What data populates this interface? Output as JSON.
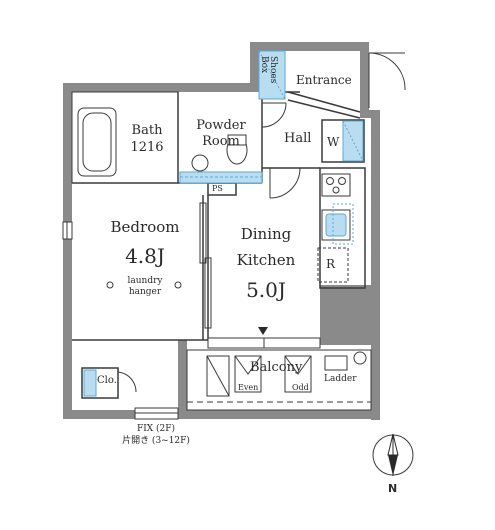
{
  "rooms": {
    "entrance": "Entrance",
    "shoes_box": [
      "Shoes",
      "Box"
    ],
    "bath": [
      "Bath",
      "1216"
    ],
    "powder_room": [
      "Powder",
      "Room"
    ],
    "hall": "Hall",
    "washer": "W",
    "ps": "PS",
    "bedroom": "Bedroom",
    "bedroom_size": "4.8J",
    "laundry_hanger": [
      "laundry",
      "hanger"
    ],
    "dining_kitchen": [
      "Dining",
      "Kitchen"
    ],
    "dk_size": "5.0J",
    "refrigerator": "R",
    "closet": "Clo.",
    "balcony": "Balcony",
    "even": "Even",
    "odd": "Odd",
    "ladder": "Ladder"
  },
  "window_note": [
    "FIX (2F)",
    "片開き (3~12F)"
  ],
  "compass": "N",
  "colors": {
    "wall": "#7a7a7a",
    "line": "#3a3a3a",
    "fixture_blue": "#b9ddf0",
    "fixture_blue_line": "#5aa9d6"
  }
}
